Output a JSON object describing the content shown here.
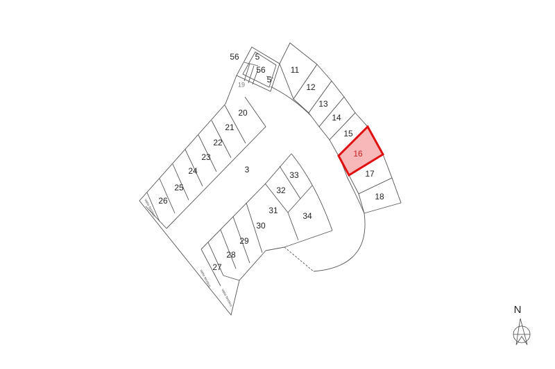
{
  "plan": {
    "aisle_label": "3",
    "stair_labels": [
      "56",
      "5",
      "56",
      "5"
    ],
    "small_label": "19",
    "selected_stall": "16",
    "colors": {
      "selected_fill": "#f6b8b8",
      "selected_stroke": "#e01010",
      "line": "#555555"
    },
    "stalls": [
      "11",
      "12",
      "13",
      "14",
      "15",
      "16",
      "17",
      "18",
      "20",
      "21",
      "22",
      "23",
      "24",
      "25",
      "26",
      "27",
      "28",
      "29",
      "30",
      "31",
      "32",
      "33",
      "34"
    ],
    "technical_room_label": "vano tecnico"
  },
  "compass": {
    "label": "N"
  }
}
